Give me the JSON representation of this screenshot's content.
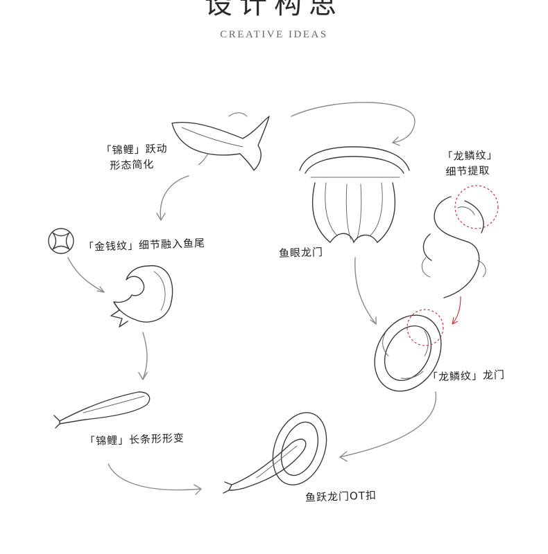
{
  "header": {
    "title": "设计构思",
    "subtitle": "CREATIVE IDEAS"
  },
  "labels": {
    "koi_jump_line1": "「锦鲤」跃动",
    "koi_jump_line2": "形态简化",
    "coin_pattern": "「金钱纹」细节融入鱼尾",
    "koi_elongated": "「锦鲤」长条形形变",
    "fish_eye_gate": "鱼眼龙门",
    "dragon_scale_extract_line1": "「龙鳞纹」",
    "dragon_scale_extract_line2": "细节提取",
    "dragon_scale_gate": "「龙鳞纹」龙门",
    "final_buckle": "鱼跃龙门OT扣"
  },
  "colors": {
    "accent_dash": "#c0393b",
    "sketch": "#3a3a3a",
    "arrow": "#8a8a8a"
  }
}
